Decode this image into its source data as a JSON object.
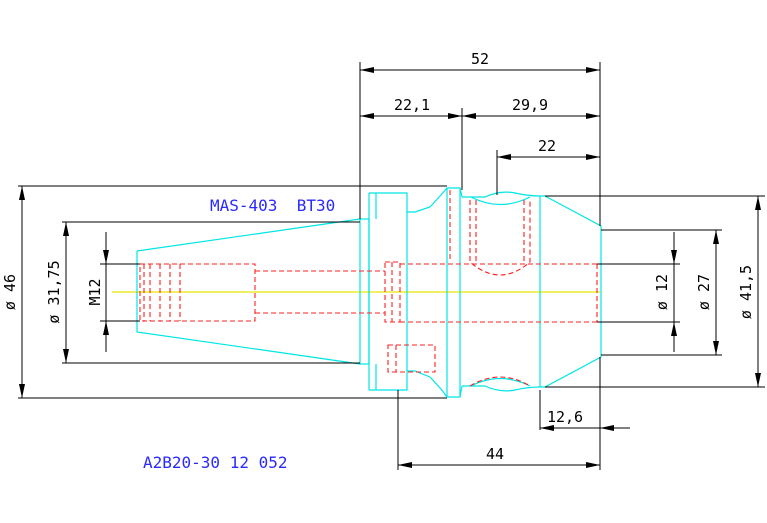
{
  "labels": {
    "standard": "MAS-403  BT30",
    "part_number": "A2B20-30 12 052"
  },
  "dimensions": {
    "overall_length": "52",
    "flange_to_gauge": "22,1",
    "gauge_to_end": "29,9",
    "bore_depth": "22",
    "nose_length": "12,6",
    "body_length": "44",
    "dia_46": "ø 46",
    "dia_31_75": "ø 31,75",
    "thread_m12": "M12",
    "dia_12": "ø 12",
    "dia_27": "ø 27",
    "dia_41_5": "ø 41,5"
  },
  "colors": {
    "body": "#00e5e5",
    "hidden": "#ff2020",
    "centerline": "#e8e800",
    "text_blue": "#2a2aff",
    "dimension": "#000000"
  }
}
